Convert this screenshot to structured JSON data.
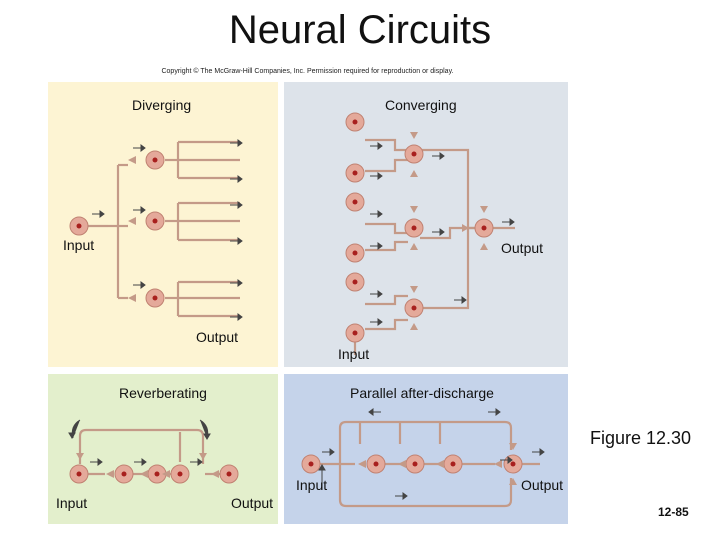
{
  "title": "Neural Circuits",
  "copyright": "Copyright © The McGraw-Hill Companies, Inc. Permission required for reproduction or display.",
  "panels": {
    "diverging": {
      "label": "Diverging",
      "input": "Input",
      "output": "Output"
    },
    "converging": {
      "label": "Converging",
      "input": "Input",
      "output": "Output"
    },
    "reverberating": {
      "label": "Reverberating",
      "input": "Input",
      "output": "Output"
    },
    "parallel": {
      "label": "Parallel after-discharge",
      "input": "Input",
      "output": "Output"
    }
  },
  "figure_label": "Figure 12.30",
  "page_number": "12-85",
  "colors": {
    "diverging_bg": "#fdf4d3",
    "converging_bg": "#dde3ea",
    "reverberating_bg": "#e3efcc",
    "parallel_bg": "#c5d3ea",
    "axon": "#c49a88",
    "neuron": "#e4a99a",
    "nucleus": "#a8201e"
  }
}
